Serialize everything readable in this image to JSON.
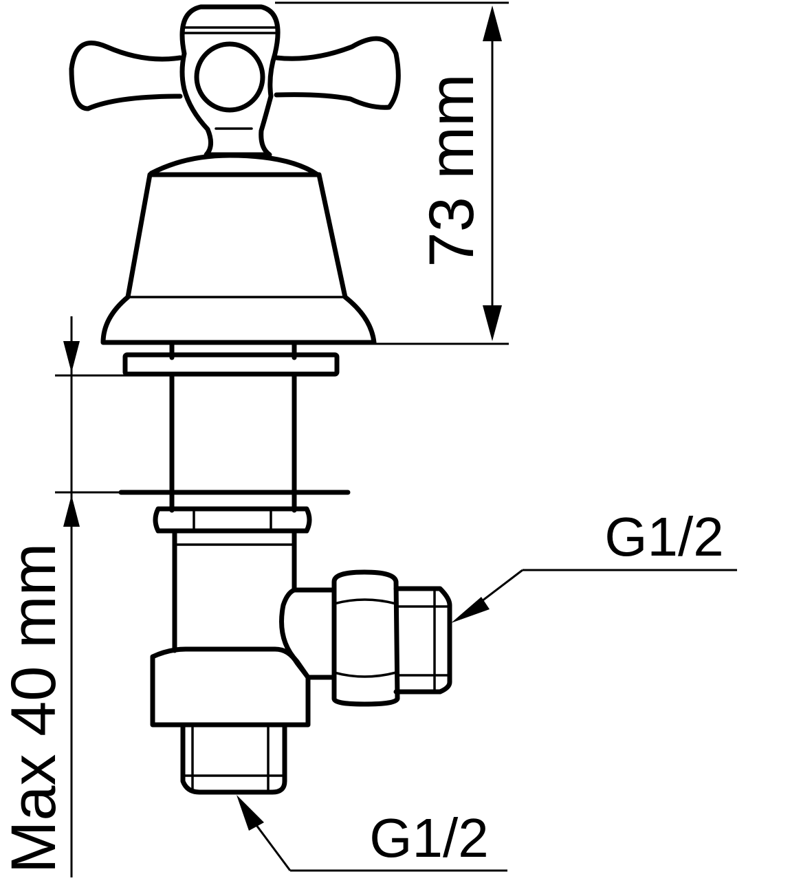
{
  "drawing": {
    "dimensions": {
      "height_total": "73 mm",
      "mount_thickness": "Max 40 mm"
    },
    "callouts": {
      "side_outlet_thread": "G1/2",
      "bottom_inlet_thread": "G1/2"
    }
  }
}
